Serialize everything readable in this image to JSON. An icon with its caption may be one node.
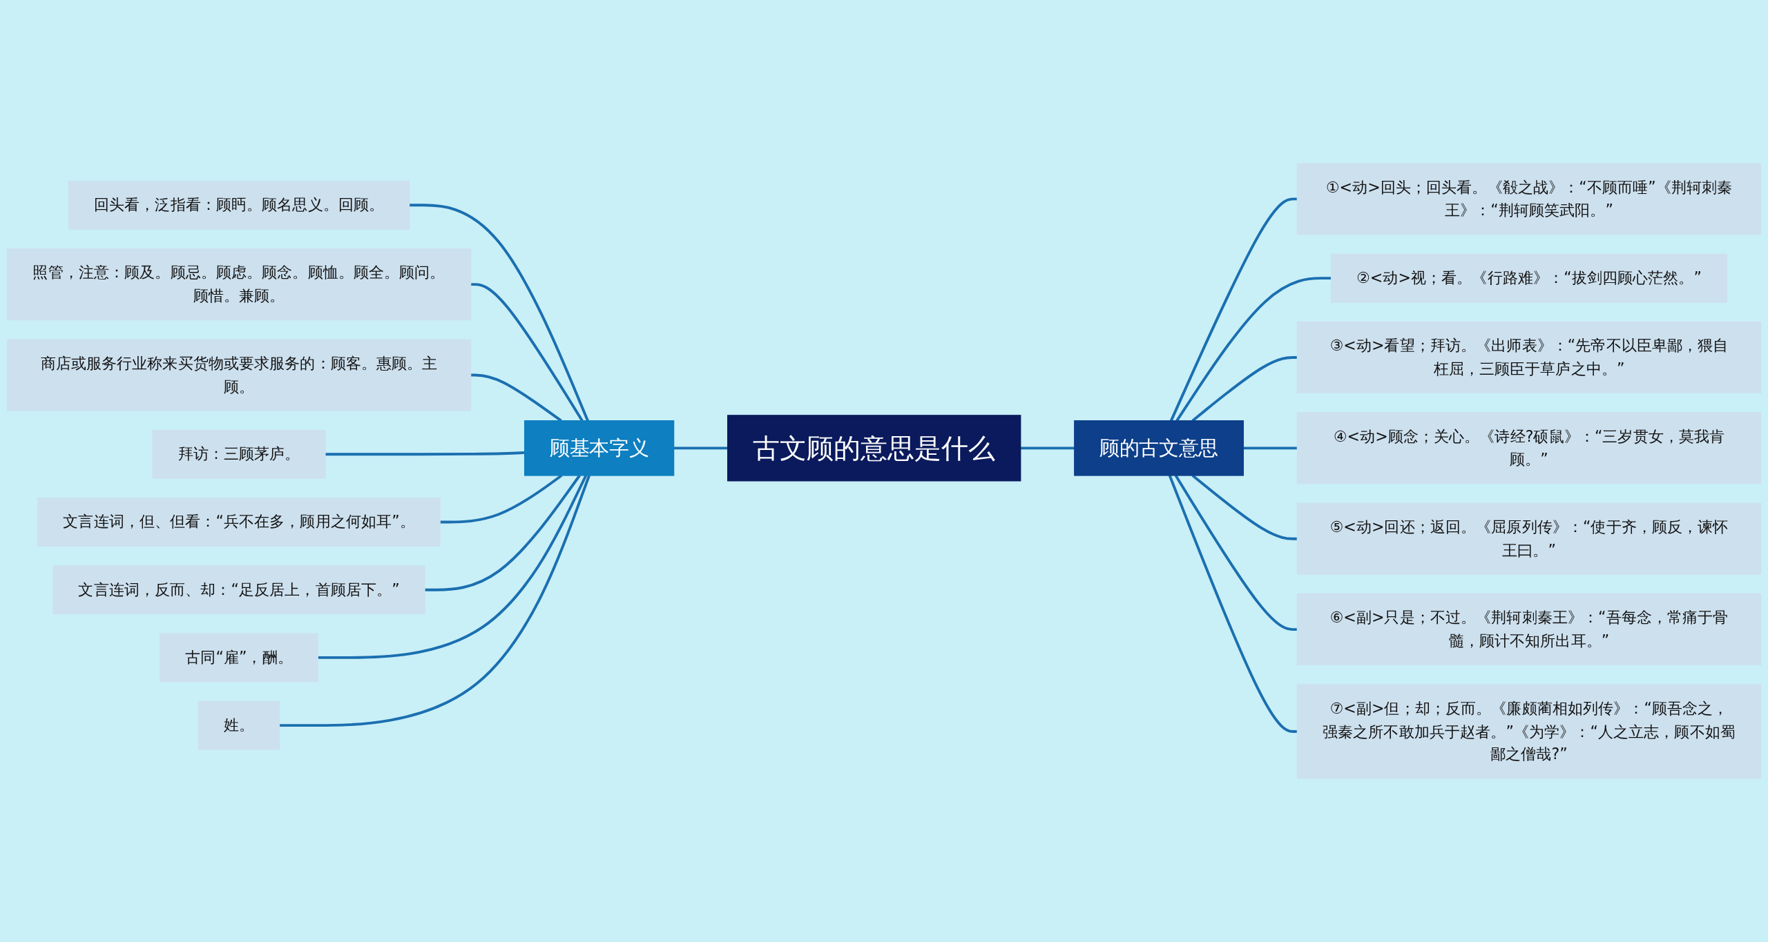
{
  "diagram": {
    "nodes": [
      {
        "text": [
          "古文顾的意思是什么"
        ]
      },
      {
        "text": [
          "顾基本字义"
        ]
      },
      {
        "text": [
          "回头看，泛指看：顾眄。顾名思义。回顾。"
        ]
      },
      {
        "text": [
          "照管，注意：顾及。顾忌。顾虑。顾念。顾恤。顾全。顾问。顾惜。兼顾。"
        ]
      },
      {
        "text": [
          "商店或服务行业称来买货物或要求服务的：顾客。惠顾。主顾。"
        ]
      },
      {
        "text": [
          "拜访：三顾茅庐。"
        ]
      },
      {
        "text": [
          "文言连词，但、但看：“兵不在多，顾用之何如耳”。"
        ]
      },
      {
        "text": [
          "文言连词，反而、却：“足反居上，首顾居下。”"
        ]
      },
      {
        "text": [
          "古同“雇”，酬。"
        ]
      },
      {
        "text": [
          "姓。"
        ]
      },
      {
        "text": [
          "顾的古文意思"
        ]
      },
      {
        "text": [
          "①<动>回头；回头看。《殽之战》：“不顾而唾”《荆轲刺秦王》：“荆轲顾笑武阳。”"
        ]
      },
      {
        "text": [
          "②<动>视；看。《行路难》：“拔剑四顾心茫然。”"
        ]
      },
      {
        "text": [
          "③<动>看望；拜访。《出师表》：“先帝不以臣卑鄙，猥自枉屈，三顾臣于草庐之中。”"
        ]
      },
      {
        "text": [
          "④<动>顾念；关心。《诗经?硕鼠》：“三岁贯女，莫我肯顾。”"
        ]
      },
      {
        "text": [
          "⑤<动>回还；返回。《屈原列传》：“使于齐，顾反，谏怀王曰。”"
        ]
      },
      {
        "text": [
          "⑥<副>只是；不过。《荆轲刺秦王》：“吾每念，常痛于骨髓，顾计不知所出耳。”"
        ]
      },
      {
        "text": [
          "⑦<副>但；却；反而。《廉颇蔺相如列传》：“顾吾念之，强秦之所不敢加兵于赵者。”《为学》：“人之立志，顾不如蜀鄙之僧哉?”"
        ]
      }
    ],
    "edges": [
      {
        "from": 0,
        "to": 1,
        "arrow": "none"
      },
      {
        "from": 1,
        "to": 2,
        "arrow": "none"
      },
      {
        "from": 1,
        "to": 3,
        "arrow": "none"
      },
      {
        "from": 1,
        "to": 4,
        "arrow": "none"
      },
      {
        "from": 1,
        "to": 5,
        "arrow": "none"
      },
      {
        "from": 1,
        "to": 6,
        "arrow": "none"
      },
      {
        "from": 1,
        "to": 7,
        "arrow": "none"
      },
      {
        "from": 1,
        "to": 8,
        "arrow": "none"
      },
      {
        "from": 1,
        "to": 9,
        "arrow": "none"
      },
      {
        "from": 0,
        "to": 10,
        "arrow": "none"
      },
      {
        "from": 10,
        "to": 11,
        "arrow": "none"
      },
      {
        "from": 10,
        "to": 12,
        "arrow": "none"
      },
      {
        "from": 10,
        "to": 13,
        "arrow": "none"
      },
      {
        "from": 10,
        "to": 14,
        "arrow": "none"
      },
      {
        "from": 10,
        "to": 15,
        "arrow": "none"
      },
      {
        "from": 10,
        "to": 16,
        "arrow": "none"
      },
      {
        "from": 10,
        "to": 17,
        "arrow": "none"
      }
    ]
  }
}
